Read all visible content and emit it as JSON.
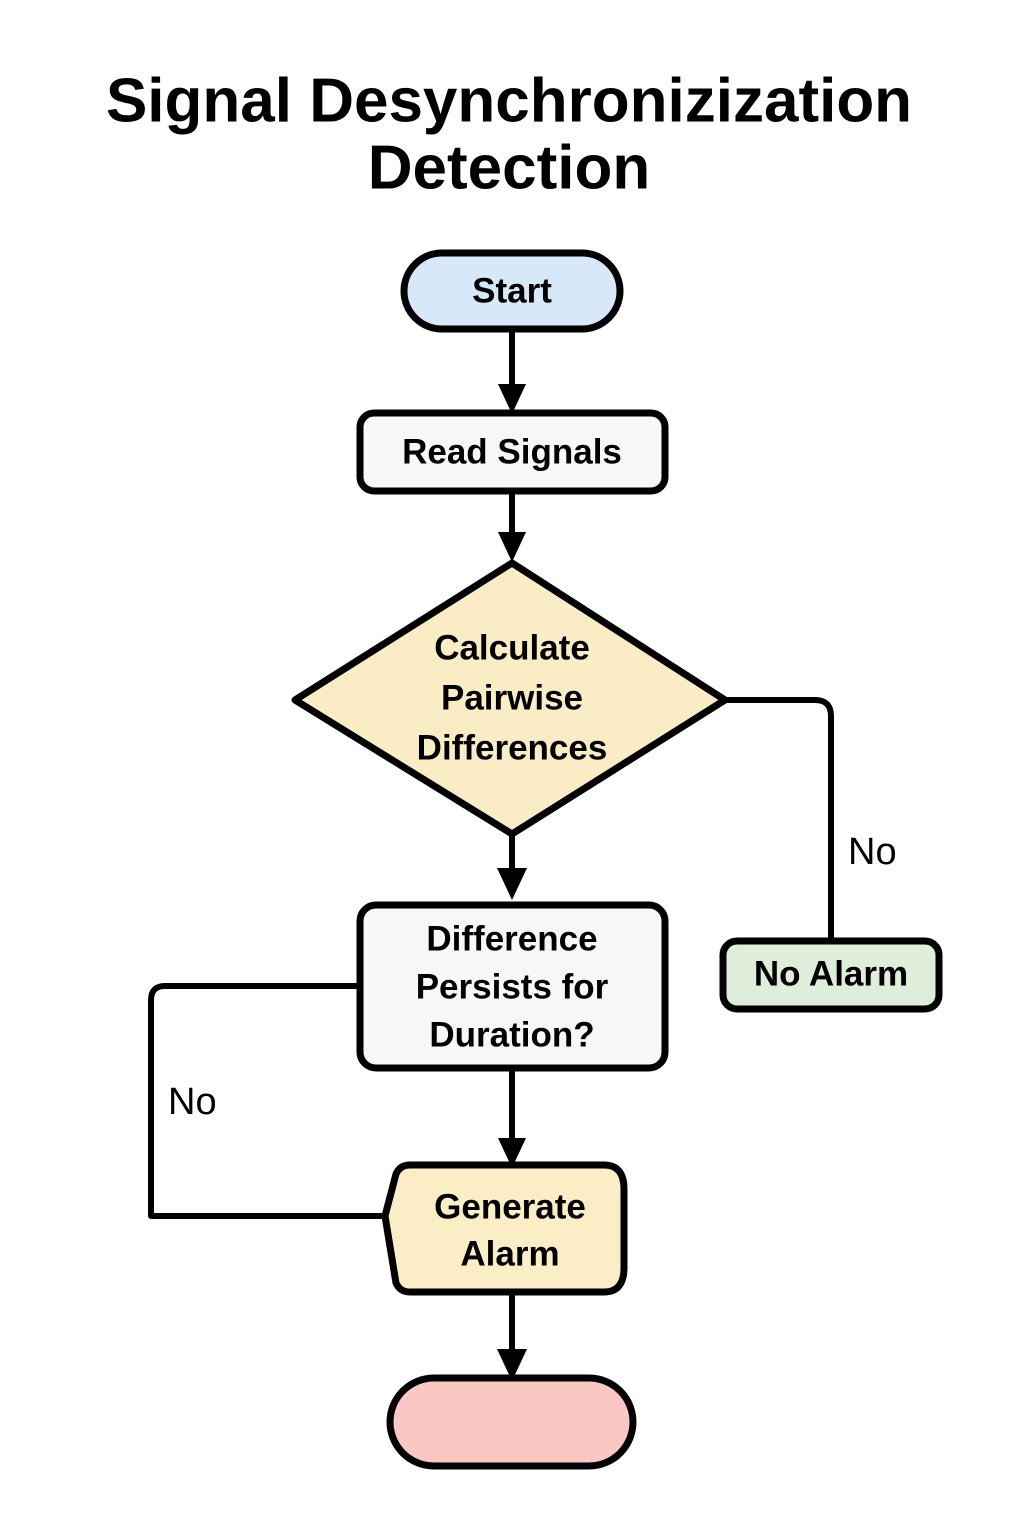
{
  "diagram": {
    "title_line_1": "Signal Desynchronizization",
    "title_line_2": "Detection",
    "background_color": "#ffffff",
    "stroke_color": "#000000",
    "nodes": [
      {
        "id": "start",
        "label": "Start",
        "shape": "stadium",
        "fill": "#d7e9f9"
      },
      {
        "id": "read-signals",
        "label": "Read Signals",
        "shape": "rounded-rect",
        "fill": "#f7f7f7"
      },
      {
        "id": "calculate-pairwise-differences",
        "label_line_1": "Calculate",
        "label_line_2": "Pairwise",
        "label_line_3": "Differences",
        "shape": "diamond",
        "fill": "#faedc6"
      },
      {
        "id": "difference-persists",
        "label_line_1": "Difference",
        "label_line_2": "Persists for",
        "label_line_3": "Duration?",
        "shape": "rounded-rect",
        "fill": "#f7f7f7"
      },
      {
        "id": "no-alarm",
        "label": "No Alarm",
        "shape": "rounded-rect",
        "fill": "#dfeeda"
      },
      {
        "id": "generate-alarm",
        "label_line_1": "Generate",
        "label_line_2": "Alarm",
        "shape": "notched-rounded-rect",
        "fill": "#fbedc6"
      },
      {
        "id": "end",
        "label": "",
        "shape": "stadium",
        "fill": "#fbc7c2"
      }
    ],
    "edges": [
      {
        "id": "start-to-read",
        "from": "start",
        "to": "read-signals",
        "label": ""
      },
      {
        "id": "read-to-calculate",
        "from": "read-signals",
        "to": "calculate-pairwise-differences",
        "label": ""
      },
      {
        "id": "calculate-to-no-alarm",
        "from": "calculate-pairwise-differences",
        "to": "no-alarm",
        "label": "No"
      },
      {
        "id": "calculate-to-difference",
        "from": "calculate-pairwise-differences",
        "to": "difference-persists",
        "label": ""
      },
      {
        "id": "difference-to-generate-alarm-no",
        "from": "difference-persists",
        "to": "generate-alarm",
        "label": "No"
      },
      {
        "id": "difference-to-generate-alarm",
        "from": "difference-persists",
        "to": "generate-alarm",
        "label": ""
      },
      {
        "id": "generate-alarm-to-end",
        "from": "generate-alarm",
        "to": "end",
        "label": ""
      }
    ]
  }
}
